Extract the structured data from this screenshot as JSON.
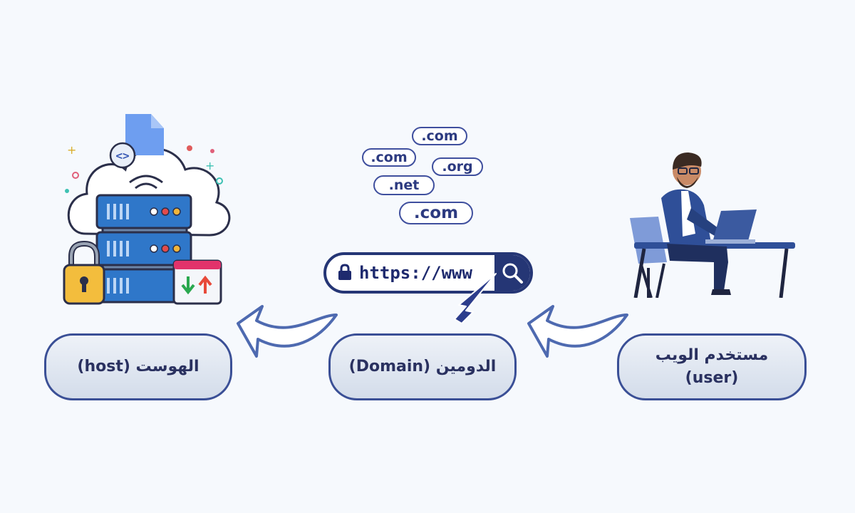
{
  "nodes": {
    "host_label": "الهوست (host)",
    "domain_label": "الدومين (Domain)",
    "user_label_line1": "مستخدم الويب",
    "user_label_line2": "(user)"
  },
  "url_bar": {
    "text": "https://www"
  },
  "tlds": [
    ".com",
    ".com",
    ".org",
    ".net",
    ".com"
  ],
  "icons": {
    "arrows": "curved-arrow-left-icon",
    "url_bar": [
      "lock-icon",
      "search-icon"
    ],
    "host": [
      "server-icon",
      "cloud-icon",
      "document-icon",
      "padlock-icon",
      "transfer-icon"
    ],
    "cursor": "cursor-icon",
    "user": "person-laptop-icon"
  },
  "colors": {
    "accent": "#3a4f96",
    "dark": "#253675",
    "server": "#2f77c9"
  }
}
